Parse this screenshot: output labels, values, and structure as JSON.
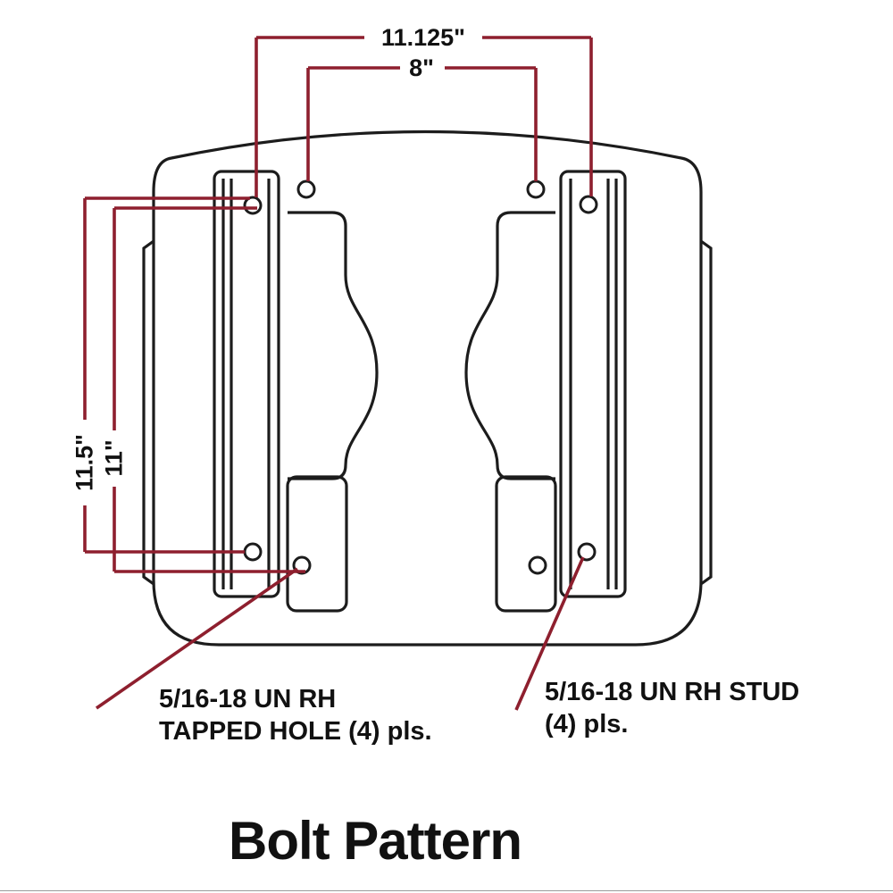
{
  "title": "Bolt Pattern",
  "diagram": {
    "dimensions": {
      "width_outer": "11.125\"",
      "width_inner": "8\"",
      "height_outer": "11.5\"",
      "height_inner": "11\""
    },
    "callouts": {
      "tapped_hole": {
        "line1": "5/16-18 UN RH",
        "line2": "TAPPED HOLE (4) pls."
      },
      "stud": {
        "line1": "5/16-18 UN RH STUD",
        "line2": "(4) pls."
      }
    }
  },
  "colors": {
    "dimension_line": "#8e1f2e",
    "drawing_line": "#1c1c1c",
    "text": "#111111",
    "background": "#ffffff"
  }
}
